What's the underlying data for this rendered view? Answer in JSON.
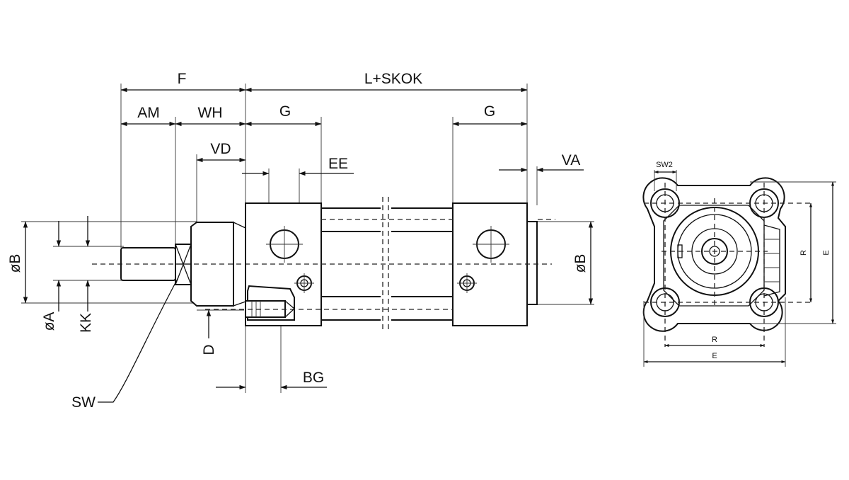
{
  "side_view": {
    "dimensions": {
      "f": "F",
      "l_skok": "L+SKOK",
      "am": "AM",
      "wh": "WH",
      "g_left": "G",
      "g_right": "G",
      "vd": "VD",
      "ee": "EE",
      "va": "VA",
      "dia_b_left": "øB",
      "dia_b_right": "øB",
      "dia_a": "øA",
      "kk": "KK",
      "d": "D",
      "bg": "BG",
      "sw": "SW"
    }
  },
  "end_view": {
    "dimensions": {
      "sw2": "SW2",
      "r_horizontal": "R",
      "e_horizontal": "E",
      "r_vertical": "R",
      "e_vertical": "E"
    }
  }
}
